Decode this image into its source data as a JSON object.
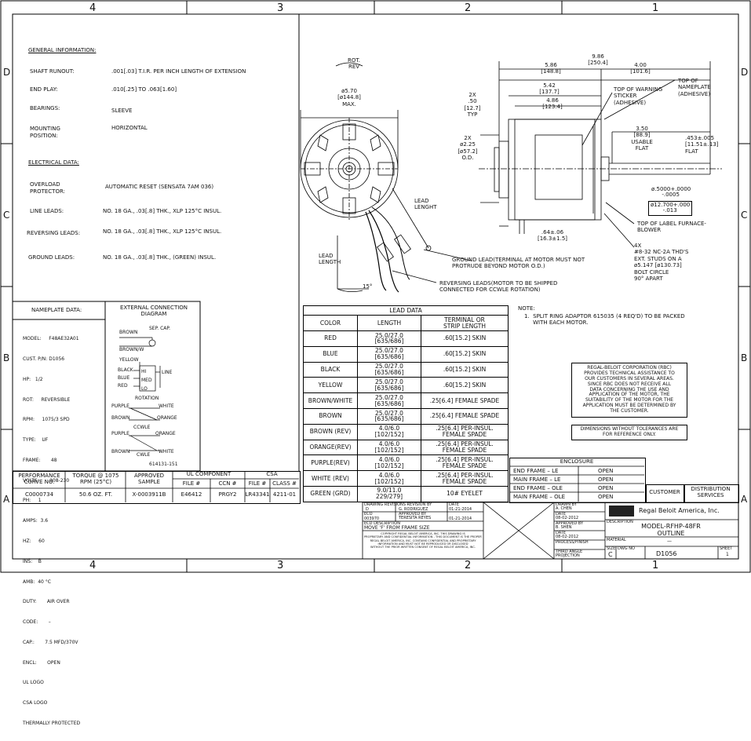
{
  "zones_top": [
    "4",
    "3",
    "2",
    "1"
  ],
  "zones_side": [
    "D",
    "C",
    "B",
    "A"
  ],
  "general": {
    "heading": "GENERAL INFORMATION:",
    "rows": [
      {
        "label": "SHAFT RUNOUT:",
        "value": ".001[.03] T.I.R. PER INCH LENGTH OF EXTENSION"
      },
      {
        "label": "END PLAY:",
        "value": ".010[.25] TO .063[1.60]"
      },
      {
        "label": "BEARINGS:",
        "value": "SLEEVE"
      },
      {
        "label": "MOUNTING\nPOSITION:",
        "value": "HORIZONTAL"
      }
    ]
  },
  "electrical": {
    "heading": "ELECTRICAL DATA:",
    "rows": [
      {
        "label": "OVERLOAD\nPROTECTOR:",
        "value": "AUTOMATIC RESET (SENSATA 7AM 036)"
      },
      {
        "label": "LINE LEADS:",
        "value": "NO. 18 GA., .03[.8] THK., XLP 125°C INSUL."
      },
      {
        "label": "REVERSING LEADS:",
        "value": "NO. 18 GA., .03[.8] THK., XLP 125°C INSUL."
      },
      {
        "label": "GROUND LEADS:",
        "value": "NO. 18 GA., .03[.8] THK., (GREEN) INSUL."
      }
    ]
  },
  "nameplate": {
    "title": "NAMEPLATE DATA:",
    "lines": [
      "MODEL:     F48AE32A01",
      "CUST. P/N: D1056",
      "HP:   1/2",
      "ROT:     REVERSIBLE",
      "RPM:     1075/3 SPD",
      "TYPE:    UF",
      "FRAME:       48",
      "VOLTS:       208-230",
      "PH:     1",
      "AMPS:  3.6",
      "HZ:     60",
      "INS:    B",
      "AMB:  40 °C",
      "DUTY:       AIR OVER",
      "CODE:       –",
      "CAP.:       7.5 MFD/370V",
      "ENCL:       OPEN",
      "UL LOGO",
      "CSA LOGO",
      "THERMALLY PROTECTED"
    ]
  },
  "connection": {
    "title": "EXTERNAL CONNECTION\nDIAGRAM",
    "sep_cap": "SEP. CAP.",
    "brown": "BROWN",
    "brown_w": "BROWN/W",
    "yellow": "YELLOW",
    "black": "BLACK",
    "blue": "BLUE",
    "red": "RED",
    "hi": "HI",
    "med": "MED",
    "lo": "LO",
    "line": "LINE",
    "rotation": "ROTATION",
    "purple": "PURPLE",
    "white": "WHITE",
    "orange": "ORANGE",
    "ccwle": "CCWLE",
    "cwle": "CWLE",
    "drawing_no": "614131-151"
  },
  "perf_table": {
    "headers": [
      "PERFORMANCE\nCURVE NO.",
      "TORQUE @ 1075\nRPM (25°C)",
      "APPROVED\nSAMPLE"
    ],
    "values": [
      "C0000734",
      "50.6 OZ. FT.",
      "X-0003911B"
    ],
    "ul_header": "UL COMPONENT",
    "csa_header": "CSA",
    "sub_headers": [
      "FILE #",
      "CCN #",
      "FILE #",
      "CLASS #"
    ],
    "sub_values": [
      "E46412",
      "PRGY2",
      "LR43341",
      "4211-01"
    ]
  },
  "lead_data": {
    "title": "LEAD DATA",
    "headers": [
      "COLOR",
      "LENGTH",
      "TERMINAL OR\nSTRIP LENGTH"
    ],
    "rows": [
      [
        "RED",
        "25.0/27.0\n[635/686]",
        ".60[15.2] SKIN"
      ],
      [
        "BLUE",
        "25.0/27.0\n[635/686]",
        ".60[15.2] SKIN"
      ],
      [
        "BLACK",
        "25.0/27.0\n[635/686]",
        ".60[15.2] SKIN"
      ],
      [
        "YELLOW",
        "25.0/27.0\n[635/686]",
        ".60[15.2] SKIN"
      ],
      [
        "BROWN/WHITE",
        "25.0/27.0\n[635/686]",
        ".25[6.4] FEMALE SPADE"
      ],
      [
        "BROWN",
        "25.0/27.0\n[635/686]",
        ".25[6.4] FEMALE SPADE"
      ],
      [
        "BROWN (REV)",
        "4.0/6.0\n[102/152]",
        ".25[6.4] PER-INSUL.\nFEMALE SPADE"
      ],
      [
        "ORANGE(REV)",
        "4.0/6.0\n[102/152]",
        ".25[6.4] PER-INSUL.\nFEMALE SPADE"
      ],
      [
        "PURPLE(REV)",
        "4.0/6.0\n[102/152]",
        ".25[6.4] PER-INSUL.\nFEMALE SPADE"
      ],
      [
        "WHITE (REV)",
        "4.0/6.0\n[102/152]",
        ".25[6.4] PER-INSUL.\nFEMALE SPADE"
      ],
      [
        "GREEN (GRD)",
        "9.0/11.0\n229/279]",
        "10# EYELET"
      ]
    ]
  },
  "drawing": {
    "rot_rev": "ROT.\nREV",
    "dia_570": "ø5.70\n[ø144.8]\nMAX.",
    "dim_986": "9.86\n[250.4]",
    "dim_586": "5.86\n[148.8]",
    "dim_400": "4.00\n[101.6]",
    "dim_542": "5.42\n[137.7]",
    "dim_486": "4.86\n[123.4]",
    "dim_2x50": "2X\n.50\n[12.7]\nTYP",
    "dim_2x225": "2X\nø2.25\n[ø57.2]\nO.D.",
    "dim_350": "3.50\n[88.9]\nUSABLE\nFLAT",
    "dim_453": ".453±.005\n[11.51±.13]\nFLAT",
    "shaft_in": "ø.5000+.0000\n      -.0005",
    "shaft_mm": "ø12.700+.000\n       -.013",
    "dim_64": ".64±.06\n[16.3±1.5]",
    "lead_lenght": "LEAD\nLENGHT",
    "lead_length": "LEAD\nLENGTH",
    "angle": "15°",
    "warning": "TOP OF WARNING\nSTICKER\n(ADHESIVE)",
    "nameplate_top": "TOP OF\nNAMEPLATE\n(ADHESIVE)",
    "furnace_label": "TOP OF LABEL FURNACE-\nBLOWER",
    "studs": "4X\n#8-32 NC-2A THD'S\nEXT. STUDS ON A\nø5.147 [ø130.73]\nBOLT CIRCLE\n90° APART",
    "ground_lead": "GROUND LEAD(TERMINAL AT MOTOR MUST NOT\nPROTRUDE BEYOND MOTOR O.D.)",
    "reversing_leads": "REVERSING LEADS(MOTOR TO BE SHIPPED\nCONNECTED FOR CCWLE ROTATION)"
  },
  "note": {
    "title": "NOTE:",
    "text": "1.  SPLIT RING ADAPTOR 615035 (4 REQ'D) TO BE PACKED\n     WITH EACH MOTOR."
  },
  "rbc_box": "REGAL-BELOIT CORPORATION (RBC)\nPROVIDES TECHNICAL ASSISTANCE TO\nOUR CUSTOMERS IN SEVERAL AREAS.\nSINCE RBC DOES NOT RECEIVE ALL\nDATA CONCERNING THE USE AND\nAPPLICATION OF THE MOTOR, THE\nSUITABILITY OF THE MOTOR FOR THE\nAPPLICATION MUST BE DETERMINED BY\nTHE CUSTOMER.",
  "tolerance_box": "DIMENSIONS WITHOUT TOLERANCES ARE\nFOR REFERENCE ONLY.",
  "enclosure": {
    "title": "ENCLOSURE",
    "rows": [
      [
        "END FRAME  –  LE",
        "OPEN"
      ],
      [
        "MAIN FRAME  –  LE",
        "OPEN"
      ],
      [
        "END FRAME  –  OLE",
        "OPEN"
      ],
      [
        "MAIN FRAME  –  OLE",
        "OPEN"
      ]
    ]
  },
  "customer": "CUSTOMER",
  "distribution": "DISTRIBUTION\nSERVICES",
  "title_block": {
    "company": "Regal Beloit America, Inc.",
    "description_label": "DESCRIPTION",
    "description": "MODEL-RFHP-48FR\nOUTLINE",
    "material_label": "MATERIAL",
    "material": "—",
    "size_label": "SIZE",
    "size": "C",
    "dwg_label": "DWG NO",
    "dwg": "D1056",
    "sheet_label": "SHEET",
    "sheet": "1",
    "drawn": "DRAWN BY\nA. CHEN",
    "date1": "DATE\n08-02-2012",
    "approved": "APPROVED BY\nB. SHEN",
    "date2": "DATE\n08-02-2012",
    "process": "PROCESS/FINISH",
    "third_angle": "THIRD ANGLE\nPROJECTION",
    "rev_hdr": "DRAWING REVISIONS REVISION BY",
    "rev_letter": "D",
    "rev_by": "G. RODRIGUEZ",
    "rev_date_hdr": "DATE",
    "rev_date": "01-21-2014",
    "eco_hdr": "ECO",
    "eco": "003970",
    "app_by": "APPROVED BY\nTERESITA REYES",
    "app_date": "01-21-2014",
    "ecd_hdr": "ECD DESCRIPTION",
    "ecd": "MOVE 'F' FROM FRAME SIZE",
    "legal": "COPYRIGHT REGAL BELOIT AMERICA, INC. THIS DRAWING IS\nPROPRIETARY AND CONFIDENTIAL INFORMATION - THIS DOCUMENT IS THE PROPERTY OF\nREGAL BELOIT AMERICA, INC. CONTAINS CONFIDENTIAL AND PROPRIETARY\nINFORMATION AND MUST NOT BE REPRODUCED OR DISCLOSED\nWITHOUT THE PRIOR WRITTEN CONSENT OF REGAL BELOIT AMERICA, INC."
  }
}
